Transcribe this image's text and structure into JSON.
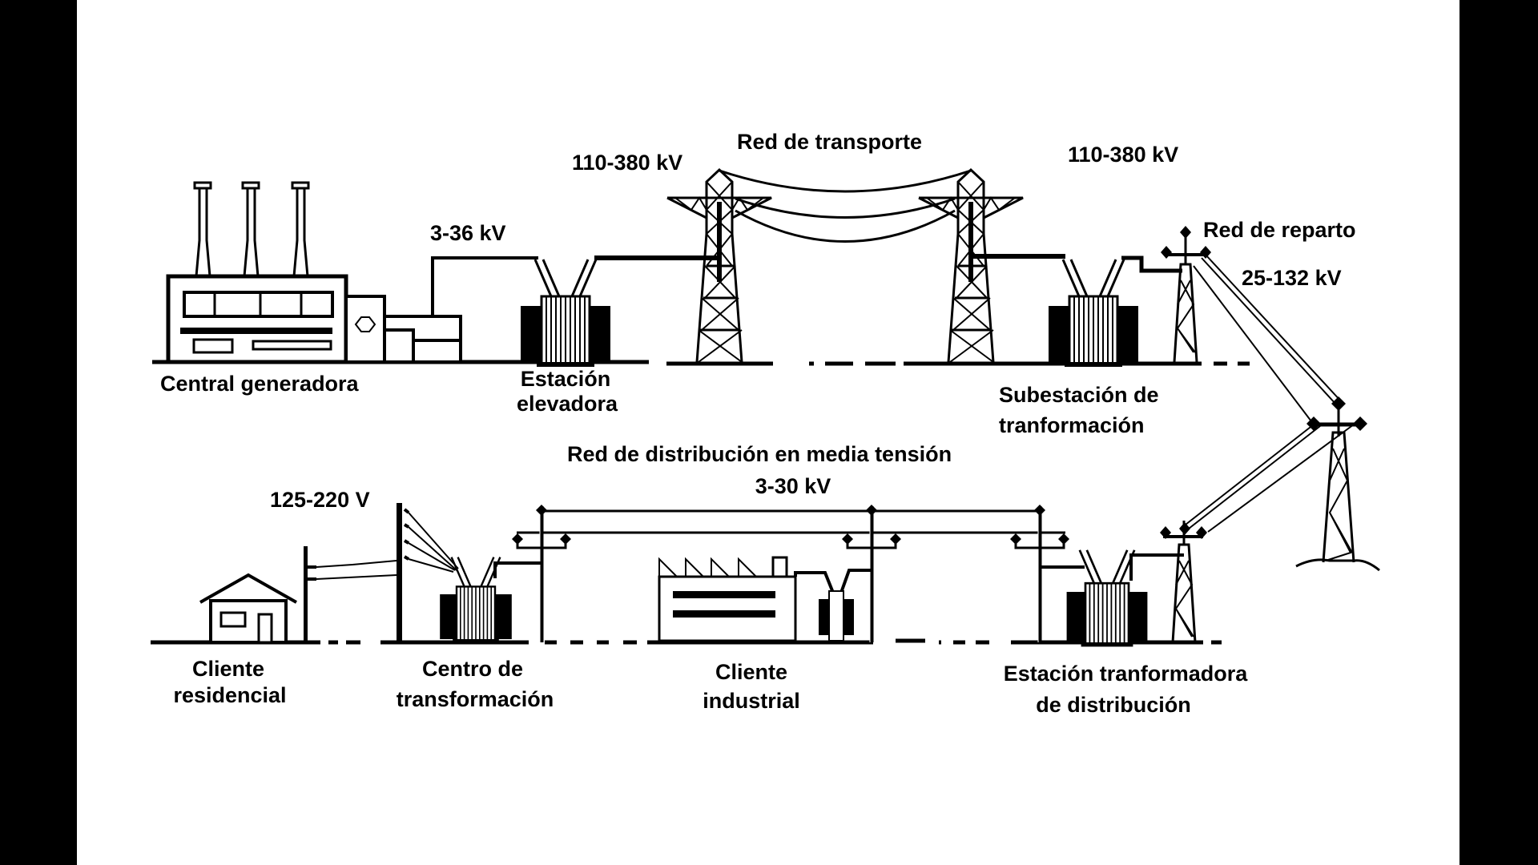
{
  "diagram": {
    "colors": {
      "background": "#ffffff",
      "ink": "#000000",
      "letterbox": "#000000"
    },
    "labels": {
      "central_generadora": "Central generadora",
      "estacion_elevadora_1": "Estación",
      "estacion_elevadora_2": "elevadora",
      "v_generation": "3-36 kV",
      "v_transport_left": "110-380 kV",
      "red_transporte": "Red de transporte",
      "v_transport_right": "110-380 kV",
      "red_reparto": "Red de reparto",
      "v_reparto": "25-132  kV",
      "subestacion_1": "Subestación de",
      "subestacion_2": "tranformación",
      "red_distribucion": "Red de distribución en media tensión",
      "v_distribucion": "3-30 kV",
      "v_baja": "125-220  V",
      "cliente_residencial_1": "Cliente",
      "cliente_residencial_2": "residencial",
      "centro_transformacion_1": "Centro de",
      "centro_transformacion_2": "transformación",
      "cliente_industrial_1": "Cliente",
      "cliente_industrial_2": "industrial",
      "estacion_distribucion_1": "Estación tranformadora",
      "estacion_distribucion_2": "de distribución"
    },
    "nodes": [
      {
        "id": "central-generadora",
        "icon": "power-plant"
      },
      {
        "id": "estacion-elevadora",
        "icon": "transformer"
      },
      {
        "id": "red-transporte",
        "icon": "transmission-tower"
      },
      {
        "id": "subestacion-transformacion",
        "icon": "transformer"
      },
      {
        "id": "red-reparto",
        "icon": "pylon"
      },
      {
        "id": "estacion-transformadora-distribucion",
        "icon": "transformer"
      },
      {
        "id": "cliente-industrial",
        "icon": "factory"
      },
      {
        "id": "centro-transformacion",
        "icon": "transformer"
      },
      {
        "id": "cliente-residencial",
        "icon": "house"
      }
    ]
  }
}
